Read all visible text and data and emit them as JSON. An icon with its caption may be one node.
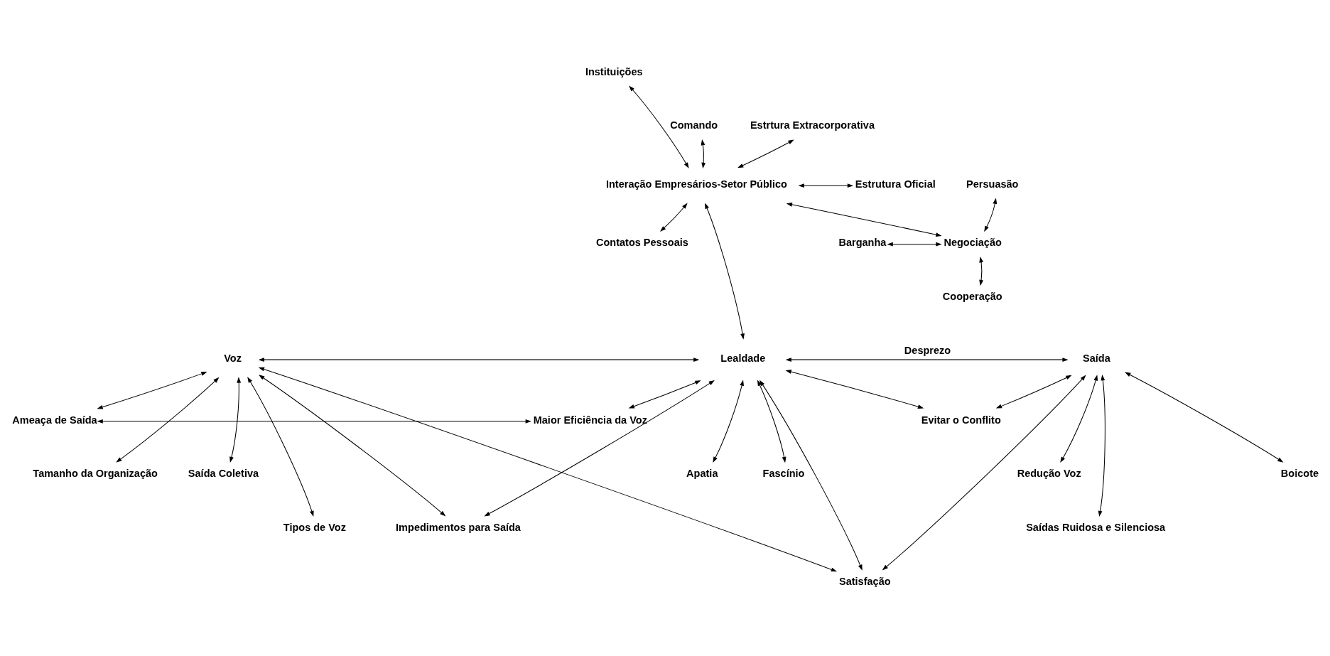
{
  "diagram": {
    "nodes": [
      {
        "text": [
          "Instituições"
        ]
      },
      {
        "text": [
          "Comando"
        ]
      },
      {
        "text": [
          "Interação Empresários-Setor Público"
        ]
      },
      {
        "text": [
          "Estrtura Extracorporativa"
        ]
      },
      {
        "text": [
          "Persuasão"
        ]
      },
      {
        "text": [
          "Negociação"
        ]
      },
      {
        "text": [
          "Estrutura Oficial"
        ]
      },
      {
        "text": [
          "Barganha"
        ]
      },
      {
        "text": [
          "Contatos Pessoais"
        ]
      },
      {
        "text": [
          "Cooperação"
        ]
      },
      {
        "text": [
          "Voz"
        ]
      },
      {
        "text": [
          "Lealdade"
        ]
      },
      {
        "text": [
          "Saída"
        ]
      },
      {
        "text": [
          "Ameaça de Saída"
        ]
      },
      {
        "text": [
          "Maior Eficiência da Voz"
        ]
      },
      {
        "text": [
          "Evitar o Conflito"
        ]
      },
      {
        "text": [
          "Tamanho da Organização"
        ]
      },
      {
        "text": [
          "Saída Coletiva"
        ]
      },
      {
        "text": [
          "Apatia"
        ]
      },
      {
        "text": [
          "Fascínio"
        ]
      },
      {
        "text": [
          "Boicote"
        ]
      },
      {
        "text": [
          "Redução Voz"
        ]
      },
      {
        "text": [
          "Impedimentos para Saída"
        ]
      },
      {
        "text": [
          "Tipos de Voz"
        ]
      },
      {
        "text": [
          "Saídas Ruidosa e Silenciosa"
        ]
      },
      {
        "text": [
          "Satisfação"
        ]
      }
    ],
    "edges": [
      {
        "from": 0,
        "to": 2,
        "arrow": "both"
      },
      {
        "from": 1,
        "to": 2,
        "arrow": "both"
      },
      {
        "from": 2,
        "to": 3,
        "arrow": "both"
      },
      {
        "from": 2,
        "to": 6,
        "arrow": "both"
      },
      {
        "from": 2,
        "to": 8,
        "arrow": "both"
      },
      {
        "from": 5,
        "to": 2,
        "arrow": "both"
      },
      {
        "from": 4,
        "to": 5,
        "arrow": "both"
      },
      {
        "from": 7,
        "to": 5,
        "arrow": "both"
      },
      {
        "from": 9,
        "to": 5,
        "arrow": "both"
      },
      {
        "from": 2,
        "to": 11,
        "arrow": "both"
      },
      {
        "from": 10,
        "to": 11,
        "arrow": "both"
      },
      {
        "from": 11,
        "to": 12,
        "arrow": "both",
        "label": "Desprezo"
      },
      {
        "from": 10,
        "to": 13,
        "arrow": "both"
      },
      {
        "from": 13,
        "to": 14,
        "arrow": "both"
      },
      {
        "from": 14,
        "to": 11,
        "arrow": "both"
      },
      {
        "from": 10,
        "to": 16,
        "arrow": "both"
      },
      {
        "from": 10,
        "to": 23,
        "arrow": "both"
      },
      {
        "from": 10,
        "to": 17,
        "arrow": "both"
      },
      {
        "from": 10,
        "to": 22,
        "arrow": "both"
      },
      {
        "from": 10,
        "to": 25,
        "arrow": "both"
      },
      {
        "from": 22,
        "to": 11,
        "arrow": "both"
      },
      {
        "from": 18,
        "to": 11,
        "arrow": "both"
      },
      {
        "from": 11,
        "to": 25,
        "arrow": "both"
      },
      {
        "from": 11,
        "to": 19,
        "arrow": "both"
      },
      {
        "from": 11,
        "to": 15,
        "arrow": "both"
      },
      {
        "from": 15,
        "to": 12,
        "arrow": "both"
      },
      {
        "from": 25,
        "to": 12,
        "arrow": "both"
      },
      {
        "from": 12,
        "to": 20,
        "arrow": "both"
      },
      {
        "from": 12,
        "to": 24,
        "arrow": "both"
      },
      {
        "from": 12,
        "to": 21,
        "arrow": "both"
      }
    ]
  }
}
